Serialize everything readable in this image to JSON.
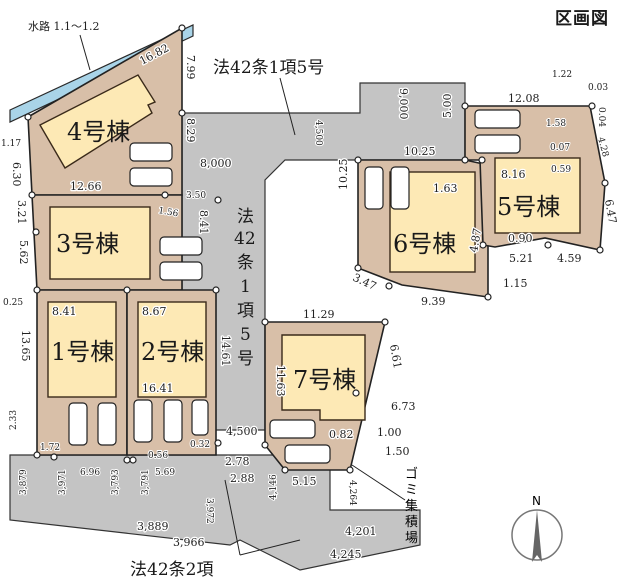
{
  "title": "区画図",
  "waterway": {
    "label": "水路 1.1〜1.2",
    "color": "#a9d4e8"
  },
  "roads": {
    "top": "法42条1項5号",
    "vertical": [
      "法",
      "42",
      "条",
      "1",
      "項",
      "5",
      "号"
    ],
    "bottom": "法42条2項",
    "color": "#c4c4c4"
  },
  "buildings": [
    {
      "id": "4",
      "label": "4号棟"
    },
    {
      "id": "3",
      "label": "3号棟"
    },
    {
      "id": "1",
      "label": "1号棟"
    },
    {
      "id": "2",
      "label": "2号棟"
    },
    {
      "id": "6",
      "label": "6号棟"
    },
    {
      "id": "5",
      "label": "5号棟"
    },
    {
      "id": "7",
      "label": "7号棟"
    }
  ],
  "colors": {
    "lot": "#d8bfa8",
    "house": "#fde9b5"
  },
  "garbage": "ゴミ集積場",
  "north": "N",
  "dimensions": {
    "d16_82": "16.82",
    "d7_99": "7.99",
    "d8_29": "8.29",
    "d1_17": "1.17",
    "d6_30": "6.30",
    "d12_66": "12.66",
    "d3_50": "3.50",
    "d8_000": "8,000",
    "d3_21": "3.21",
    "d1_56": "1.56",
    "d8_41v": "8.41",
    "d5_62": "5.62",
    "d0_25": "0.25",
    "d8_41": "8.41",
    "d8_67": "8.67",
    "d13_65": "13.65",
    "d14_61": "14.61",
    "d16_41": "16.41",
    "d2_33": "2.33",
    "d1_72": "1.72",
    "d3_879": "3,879",
    "d3_971": "3,971",
    "d6_96": "6.96",
    "d3_793": "3,793",
    "d3_791": "3,791",
    "d5_69": "5.69",
    "d0_56": "0.56",
    "d0_32": "0.32",
    "d3_972": "3,972",
    "d3_889": "3,889",
    "d3_966": "3,966",
    "d4_500b": "4,500",
    "d2_78": "2.78",
    "d2_88": "2.88",
    "d4_146": "4,146",
    "d5_15": "5.15",
    "d4_500": "4,500",
    "d9_000": "9,000",
    "d10_25h": "10.25",
    "d5_00": "5.00",
    "d12_08": "12.08",
    "d1_22": "1.22",
    "d0_03": "0.03",
    "d1_58": "1.58",
    "d0_04": "0.04",
    "d4_28": "4.28",
    "d0_07": "0.07",
    "d0_59": "0.59",
    "d8_16": "8.16",
    "d1_63": "1.63",
    "d10_25v": "10.25",
    "d6_47": "6.47",
    "d0_90": "0.90",
    "d5_21": "5.21",
    "d4_59": "4.59",
    "d4_87": "4.87",
    "d1_15": "1.15",
    "d3_47": "3.47",
    "d9_39": "9.39",
    "d11_29": "11.29",
    "d11_63": "11.63",
    "d6_61": "6.61",
    "d6_73": "6.73",
    "d1_00": "1.00",
    "d1_50": "1.50",
    "d0_82": "0.82",
    "d4_264": "4,264",
    "d4_201": "4,201",
    "d4_245": "4,245"
  }
}
